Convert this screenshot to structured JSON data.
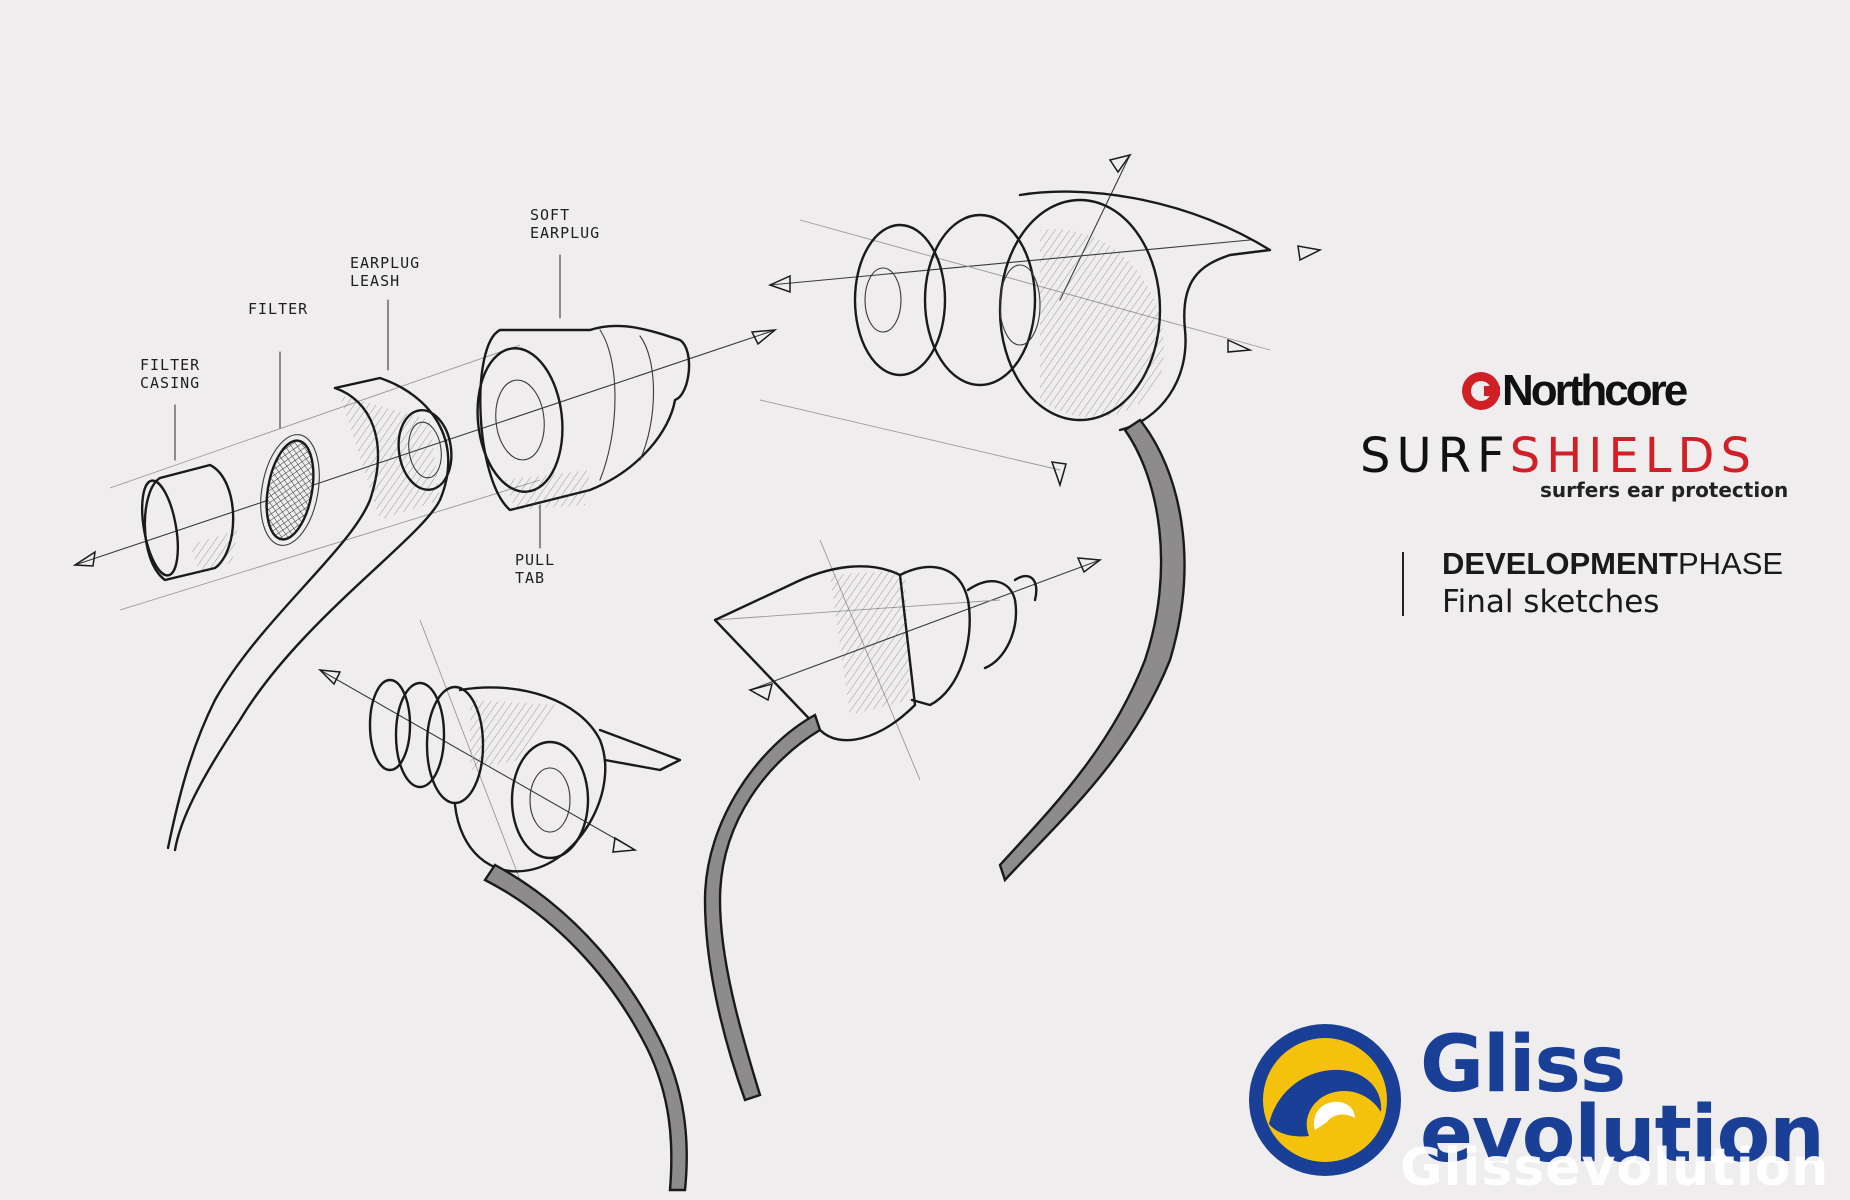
{
  "sketch": {
    "labels": {
      "filter_casing": [
        "FILTER",
        "CASING"
      ],
      "filter": "FILTER",
      "earplug_leash": [
        "EARPLUG",
        "LEASH"
      ],
      "soft_earplug": [
        "SOFT",
        "EARPLUG"
      ],
      "pull_tab": [
        "PULL",
        "TAB"
      ]
    }
  },
  "brand": {
    "northcore": "Northcore",
    "product_part1": "SURF",
    "product_part2": "SHIELDS",
    "tagline": "surfers ear protection",
    "phase_strong": "DEVELOPMENT",
    "phase_rest": "PHASE",
    "subtitle": "Final sketches"
  },
  "watermark": {
    "logo_line1": "Gliss",
    "logo_line2": "evolution",
    "overlay": "Glissevolution"
  },
  "colors": {
    "background": "#efedee",
    "brand_red": "#d11f26",
    "gliss_blue": "#1a3f96",
    "gliss_yellow": "#f4c20d"
  }
}
